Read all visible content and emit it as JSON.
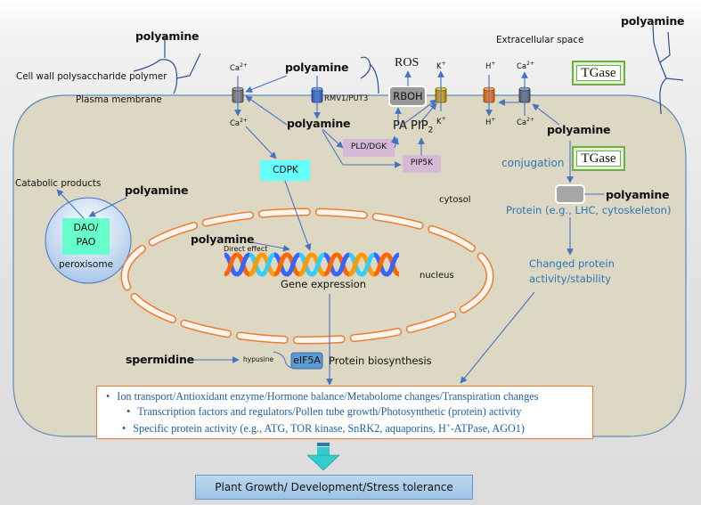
{
  "diagram": {
    "regions": {
      "extracellular": "Extracellular space",
      "cell_wall": "Cell wall polysaccharide polymer",
      "plasma_membrane": "Plasma membrane",
      "cytosol": "cytosol",
      "nucleus": "nucleus",
      "peroxisome": "peroxisome"
    },
    "polyamine": "polyamine",
    "spermidine": "spermidine",
    "ions": {
      "ca_base": "Ca",
      "ca_charge": "2+",
      "k_base": "K",
      "k_charge": "+",
      "h_base": "H",
      "h_charge": "+"
    },
    "ros": "ROS",
    "rboh": "RBOH",
    "transporter": "RMV1/PUT3",
    "pa_pip2_base": "PA PIP",
    "pa_pip2_sub": "2",
    "pld_dgk": "PLD/DGK",
    "pip5k": "PIP5K",
    "cdpk": "CDPK",
    "tgase": "TGase",
    "conjugation": "conjugation",
    "protein": "Protein (e.g., LHC, cytoskeleton)",
    "changed_protein_line1": "Changed protein",
    "changed_protein_line2": "activity/stability",
    "catabolic": "Catabolic products",
    "dao_line1": "DAO/",
    "dao_line2": "PAO",
    "direct_effect": "Direct effect",
    "gene_expression": "Gene expression",
    "hypusine": "hypusine",
    "eif5a": "eIF5A",
    "protein_biosynthesis": "Protein biosynthesis",
    "summary": {
      "bullet": "•",
      "line1": "Ion transport/Antioxidant enzyme/Hormone balance/Metabolome changes/Transpiration changes",
      "line2": "Transcription factors and regulators/Pollen tube growth/Photosynthetic (protein) activity",
      "line3_pre": "Specific protein activity (e.g., ATG, TOR kinase, SnRK2, aquaporins, H",
      "line3_sup": "+",
      "line3_post": "-ATPase, AGO1)"
    },
    "outcome": "Plant Growth/ Development/Stress tolerance"
  },
  "colors": {
    "cytoplasm": "#ddd8c3",
    "membrane": "#5b8db8",
    "arrow": "#4472c4",
    "nucleus_dash": "#ed7d31",
    "cdpk": "#66ffff",
    "dao": "#66ffcc",
    "pld": "#d5b8d6",
    "rboh": "#999999",
    "ca_channel": "#7f7f7f",
    "rmv_channel": "#4472c4",
    "k_channel": "#c9a227",
    "h_channel": "#ed7d31",
    "blue_text": "#2e75b6",
    "eif5a": "#5b9bd5",
    "outcome_arrow": "#33cccc"
  }
}
